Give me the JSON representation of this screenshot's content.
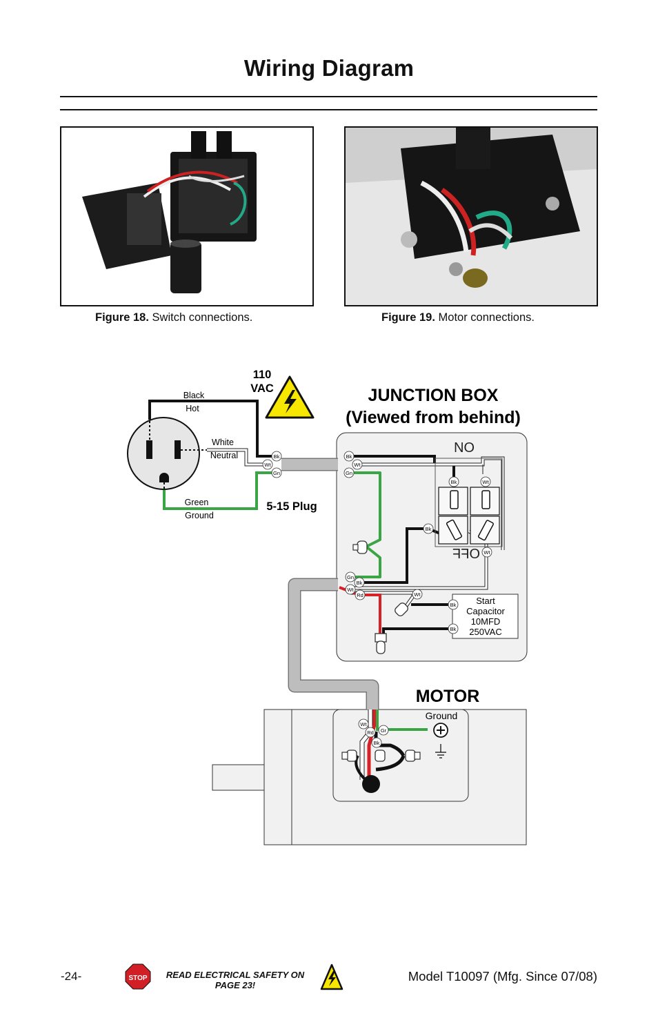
{
  "page_title": "Wiring Diagram",
  "figures": [
    {
      "label": "Figure 18.",
      "text": "Switch connections."
    },
    {
      "label": "Figure 19.",
      "text": "Motor connections."
    }
  ],
  "diagram": {
    "voltage_line1": "110",
    "voltage_line2": "VAC",
    "junction_box_line1": "JUNCTION BOX",
    "junction_box_line2": "(Viewed from behind)",
    "motor_label": "MOTOR",
    "plug_label": "5-15 Plug",
    "wire_labels": {
      "black": "Black",
      "hot": "Hot",
      "white": "White",
      "neutral": "Neutral",
      "green": "Green",
      "ground": "Ground"
    },
    "switch_on": "ON",
    "switch_off": "OFF",
    "capacitor": [
      "Start",
      "Capacitor",
      "10MFD",
      "250VAC"
    ],
    "motor_ground_label": "Ground",
    "tags": {
      "bk": "Bk",
      "wt": "Wt",
      "gn": "Gn",
      "rd": "Rd",
      "gr": "Gr"
    }
  },
  "footer": {
    "page_number": "-24-",
    "warning_line1": "READ ELECTRICAL SAFETY ON",
    "warning_line2": "PAGE 23!",
    "stop_text": "STOP",
    "model": "Model T10097 (Mfg. Since 07/08)"
  },
  "colors": {
    "wire_black": "#111111",
    "wire_white": "#ffffff",
    "wire_green": "#3aa544",
    "wire_red": "#d62128",
    "conduit_gray": "#bdbdbd",
    "box_fill": "#f1f1f1",
    "warning_yellow": "#f7e600",
    "stop_red": "#d21f26"
  }
}
